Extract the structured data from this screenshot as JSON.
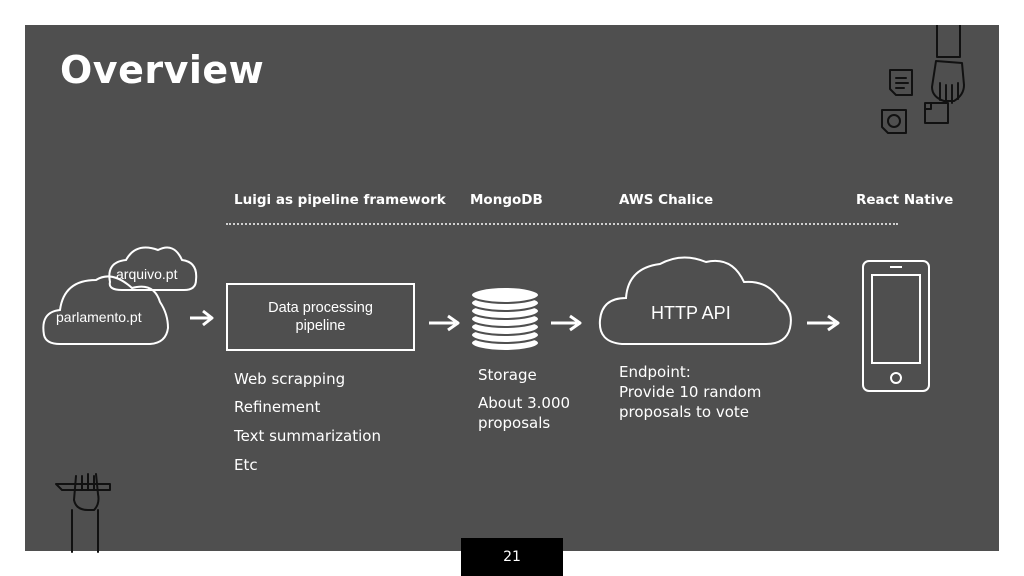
{
  "slide": {
    "title": "Overview",
    "page_number": "21"
  },
  "columns": {
    "luigi": "Luigi as pipeline framework",
    "mongodb": "MongoDB",
    "aws": "AWS Chalice",
    "react": "React Native"
  },
  "sources": {
    "cloud_top": "arquivo.pt",
    "cloud_bottom": "parlamento.pt"
  },
  "pipeline": {
    "box_line1": "Data processing",
    "box_line2": "pipeline",
    "steps": [
      "Web scrapping",
      "Refinement",
      "Text summarization",
      "Etc"
    ]
  },
  "storage": {
    "label": "Storage",
    "detail_line1": "About 3.000",
    "detail_line2": "proposals"
  },
  "api": {
    "cloud_label": "HTTP API",
    "endpoint_label": "Endpoint:",
    "desc_line1": "Provide 10 random",
    "desc_line2": "proposals to vote"
  },
  "icons": [
    "arrow-right-icon",
    "database-icon",
    "smartphone-icon",
    "cloud-icon",
    "document-icon",
    "hand-icon",
    "pen-hand-icon"
  ],
  "colors": {
    "background": "#4f4f4f",
    "foreground": "#ffffff",
    "page_tab": "#000000"
  }
}
